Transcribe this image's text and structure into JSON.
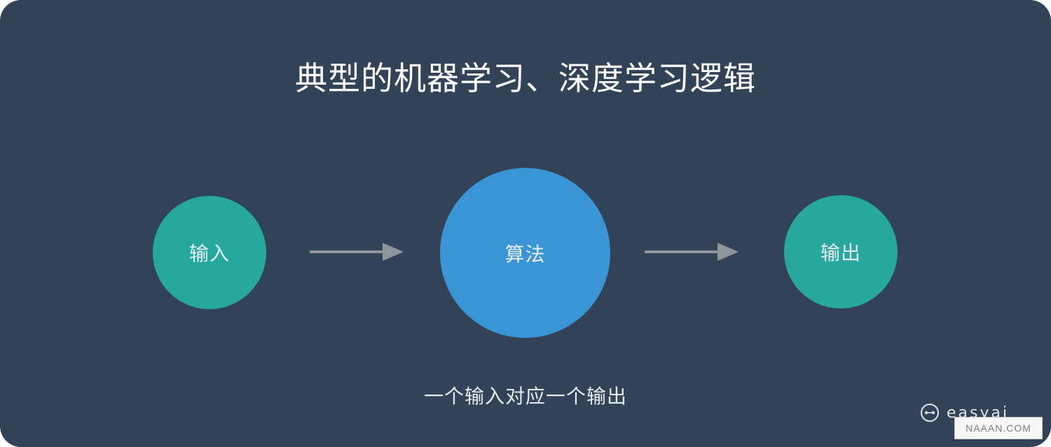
{
  "title": "典型的机器学习、深度学习逻辑",
  "nodes": {
    "input": "输入",
    "algorithm": "算法",
    "output": "输出"
  },
  "caption": "一个输入对应一个输出",
  "brand": {
    "name": "easyai",
    "icon": "easyai-logo-icon"
  },
  "watermark": "NAAAN.COM",
  "colors": {
    "background": "#334357",
    "node_teal": "#27a89d",
    "node_blue": "#3a95d6",
    "arrow": "#8f959b"
  }
}
